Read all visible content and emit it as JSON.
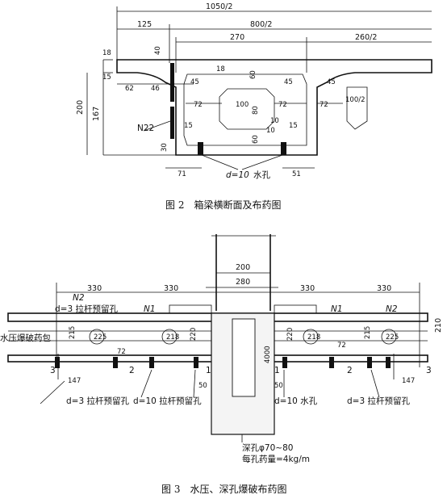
{
  "fig2": {
    "caption": "图 2　箱梁横断面及布药图",
    "dims": {
      "total_half": "1050/2",
      "left_125": "125",
      "half_800": "800/2",
      "web_270": "270",
      "right_260": "260/2",
      "top_18": "18",
      "top_40": "40",
      "d_15": "15",
      "d_18b": "18",
      "d_60": "60",
      "d_62": "62",
      "d_46": "46",
      "d_45a": "45",
      "d_45b": "45",
      "d_45c": "45",
      "d_200": "200",
      "d_167": "167",
      "d_72a": "72",
      "d_100": "100",
      "d_72b": "72",
      "d_72c": "72",
      "d_100_2": "100/2",
      "d_80": "80",
      "d_10a": "10",
      "d_10b": "10",
      "d_15b": "15",
      "d_15c": "15",
      "d_60b": "60",
      "d_30": "30",
      "d_71": "71",
      "d_51": "51"
    },
    "labels": {
      "n22": "N22",
      "d10": "d=10",
      "water_hole": "水孔"
    }
  },
  "fig3": {
    "caption": "图 3　水压、深孔爆破布药图",
    "dims": {
      "d_200": "200",
      "d_280": "280",
      "d_330a": "330",
      "d_330b": "330",
      "d_330c": "330",
      "d_330d": "330",
      "d_210": "210",
      "d_215a": "215",
      "d_220a": "220",
      "d_4000": "4000",
      "d_220b": "220",
      "d_215b": "215",
      "d_72a": "72",
      "d_72b": "72",
      "d_147a": "147",
      "d_147b": "147",
      "d_50a": "50",
      "d_50b": "50"
    },
    "labels": {
      "n2_left": "N2",
      "n1_left": "N1",
      "n1_right": "N1",
      "n2_right": "N2",
      "rod_hole_top": "d=3 拉杆预留孔",
      "water_pack": "水压爆破药包",
      "num_3_left": "3",
      "num_2_left": "2",
      "num_1_left": "1",
      "num_1_right": "1",
      "num_2_right": "2",
      "num_3_right": "3",
      "circle_a": "225",
      "circle_b": "218",
      "circle_c": "218",
      "circle_d": "225",
      "bottom_rod_left": "d=3 拉杆预留孔",
      "bottom_d10_rod": "d=10 拉杆预留孔",
      "bottom_d10_water": "d=10 水孔",
      "bottom_rod_right": "d=3 拉杆预留孔",
      "deep_hole": "深孔φ70~80",
      "charge_per_hole": "每孔药量=4kg/m"
    }
  }
}
